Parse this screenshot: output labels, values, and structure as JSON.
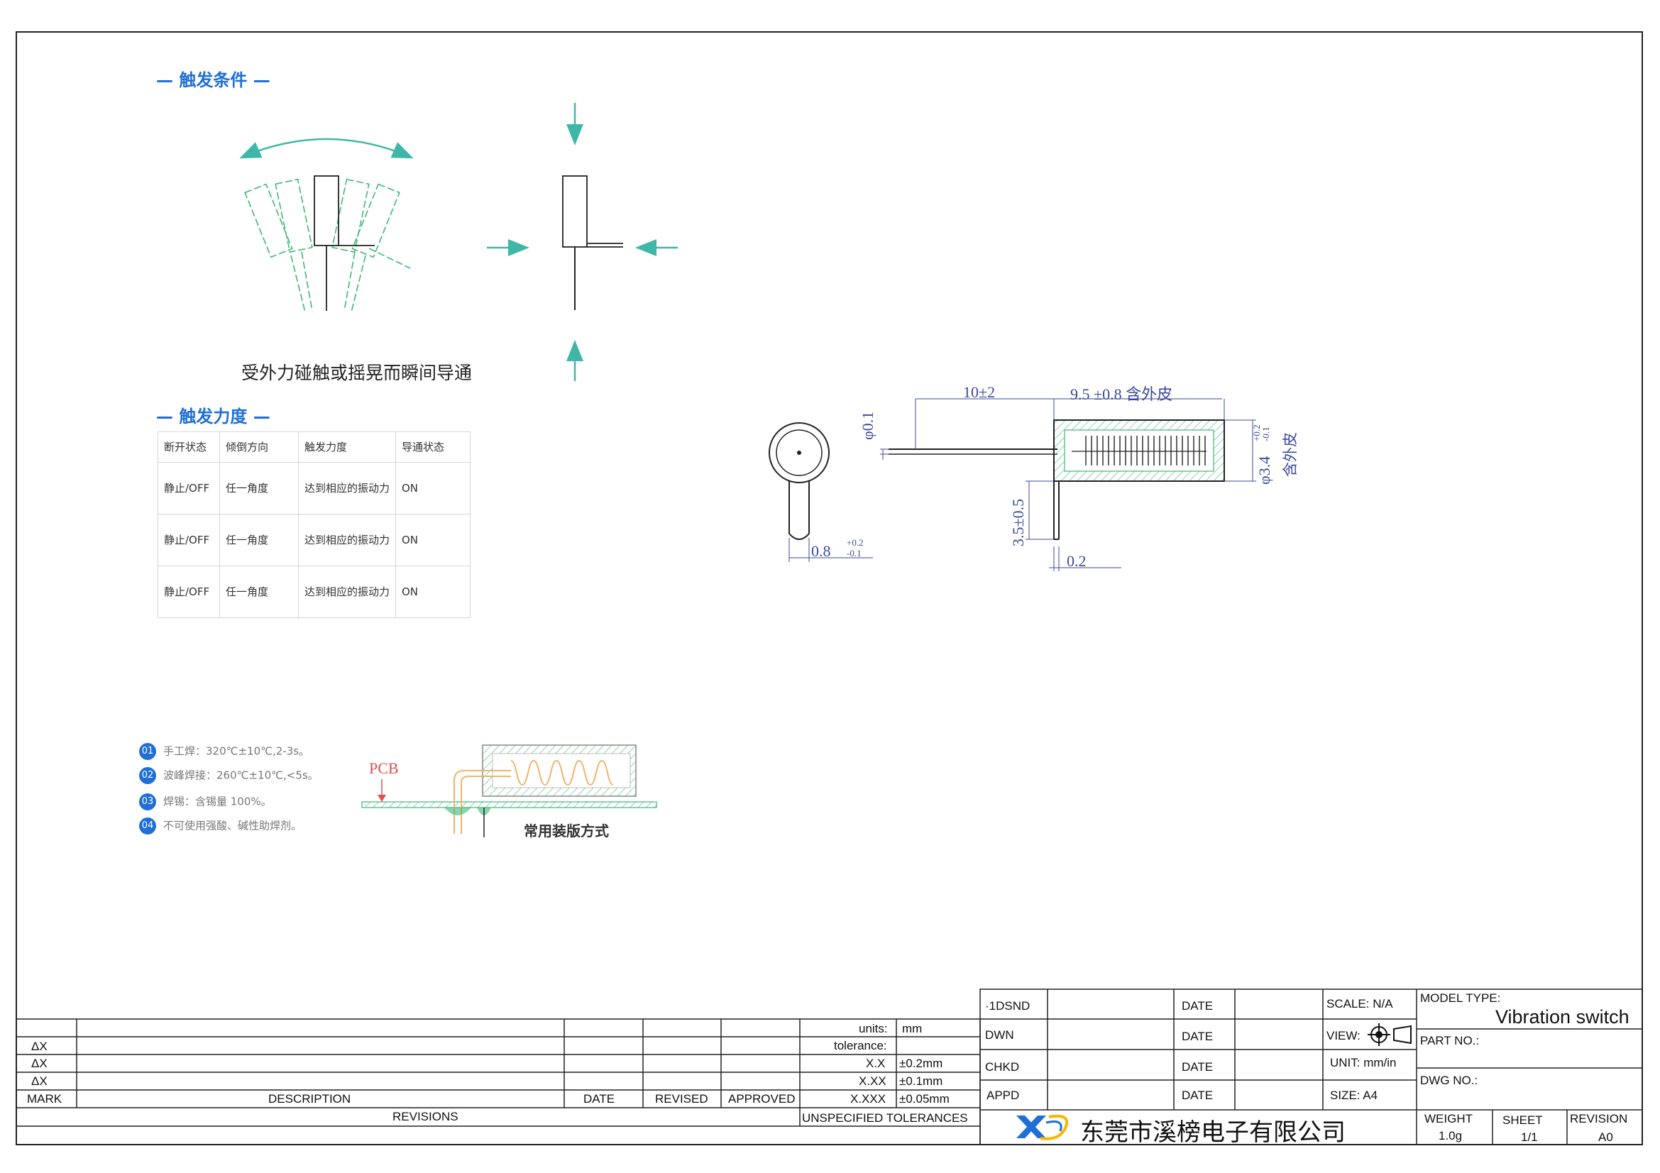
{
  "sections": {
    "trigger_condition_title": "— 触发条件 —",
    "trigger_condition_caption": "受外力碰触或摇晃而瞬间导通",
    "trigger_force_title": "— 触发力度 —"
  },
  "trigger_table": {
    "headers": [
      "断开状态",
      "倾倒方向",
      "触发力度",
      "导通状态"
    ],
    "rows": [
      [
        "静止/OFF",
        "任一角度",
        "达到相应的振动力",
        "ON"
      ],
      [
        "静止/OFF",
        "任一角度",
        "达到相应的振动力",
        "ON"
      ],
      [
        "静止/OFF",
        "任一角度",
        "达到相应的振动力",
        "ON"
      ]
    ]
  },
  "notes": [
    {
      "num": "01",
      "text": "手工焊：320℃±10℃,2-3s。"
    },
    {
      "num": "02",
      "text": "波峰焊接：260℃±10℃,<5s。"
    },
    {
      "num": "03",
      "text": "焊锡：含锡量 100%。"
    },
    {
      "num": "04",
      "text": "不可使用强酸、碱性助焊剂。"
    }
  ],
  "mounting": {
    "pcb_label": "PCB",
    "caption": "常用装版方式"
  },
  "dimensions": {
    "lead_dia": "φ0.1",
    "lead_length": "10±2",
    "body_length": "9.5 ±0.8 含外皮",
    "body_dia": "φ3.4",
    "body_dia_tol_upper": "+0.2",
    "body_dia_tol_lower": "-0.1",
    "body_dia_note": "含外皮",
    "pin_length": "3.5±0.5",
    "pin_thickness": "0.2",
    "front_width": "0.8",
    "front_tol_upper": "+0.2",
    "front_tol_lower": "-0.1"
  },
  "revisions": {
    "delta_rows": [
      "ΔX",
      "ΔX",
      "ΔX"
    ],
    "mark": "MARK",
    "description": "DESCRIPTION",
    "date": "DATE",
    "revised": "REVISED",
    "approved": "APPROVED",
    "revisions_label": "REVISIONS"
  },
  "tolerances": {
    "units_label": "units:",
    "units_value": "mm",
    "tolerance_label": "tolerance:",
    "rows": [
      {
        "label": "X.X",
        "value": "±0.2mm"
      },
      {
        "label": "X.XX",
        "value": "±0.1mm"
      },
      {
        "label": "X.XXX",
        "value": "±0.05mm"
      }
    ],
    "unspecified": "UNSPECIFIED TOLERANCES"
  },
  "signoff": {
    "rows": [
      "·1DSND",
      "DWN",
      "CHKD",
      "APPD"
    ],
    "date_label": "DATE"
  },
  "spec": {
    "scale": "SCALE: N/A",
    "view": "VIEW:",
    "unit": "UNIT: mm/in",
    "size": "SIZE: A4"
  },
  "model": {
    "model_type_label": "MODEL TYPE:",
    "model_type_value": "Vibration switch",
    "part_no_label": "PART NO.:",
    "dwg_no_label": "DWG NO.:",
    "weight_label": "WEIGHT",
    "weight_value": "1.0g",
    "sheet_label": "SHEET",
    "sheet_value": "1/1",
    "revision_label": "REVISION",
    "revision_value": "A0"
  },
  "company": {
    "name": "东莞市溪榜电子有限公司",
    "logo_text": "XB"
  },
  "colors": {
    "accent": "#1f6fd6",
    "green": "#3cb878",
    "teal": "#3fb7a8",
    "orange": "#f0b46a",
    "pcb_red": "#e05050",
    "dim_blue": "#3a4a9a"
  }
}
